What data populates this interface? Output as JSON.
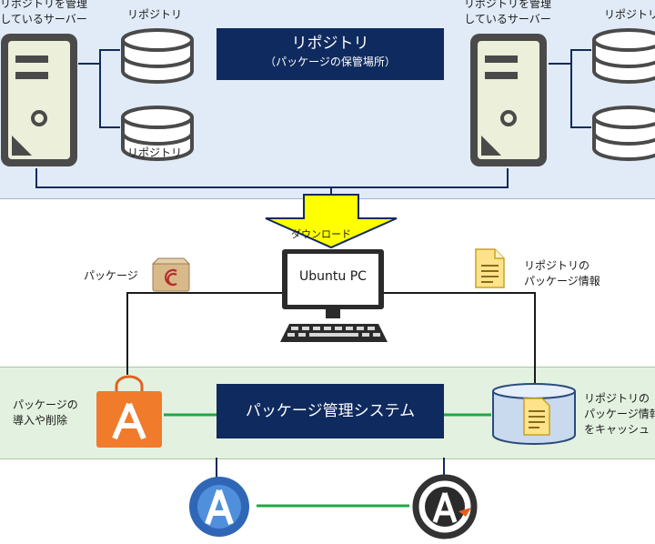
{
  "repository": {
    "title": "リポジトリ",
    "subtitle": "（パッケージの保管場所）",
    "server_label_left": "リポジトリを管理\nしているサーバー",
    "server_label_right": "リポジトリを管理\nしているサーバー",
    "db_label_left": "リポジトリ",
    "db_label_right": "リポジトリ"
  },
  "download_label": "ダウンロード",
  "pc": {
    "label": "Ubuntu PC"
  },
  "package": {
    "label": "パッケージ"
  },
  "repo_info": {
    "label": "リポジトリの\nパッケージ情報"
  },
  "package_system": {
    "title": "パッケージ管理システム",
    "left_label": "パッケージの\n導入や削除",
    "right_label": "リポジトリの\nパッケージ情報\nをキャッシュ"
  },
  "colors": {
    "top_band": "#e1ebf7",
    "mid_band": "#e3f1e0",
    "title_box": "#0f2a5e",
    "arrow": "#ffff00",
    "connector_green": "#22a644",
    "connector_dark": "#0f2a5e"
  }
}
